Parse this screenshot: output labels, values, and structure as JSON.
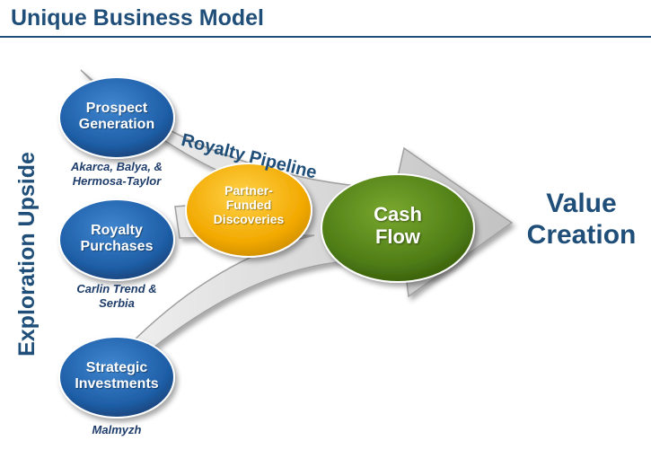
{
  "header": {
    "title": "Unique Business Model"
  },
  "side_label": "Exploration Upside",
  "pipeline_label": "Royalty Pipeline",
  "nodes": {
    "prospect": {
      "line1": "Prospect",
      "line2": "Generation",
      "caption_line1": "Akarca, Balya, &",
      "caption_line2": "Hermosa-Taylor"
    },
    "royalty": {
      "line1": "Royalty",
      "line2": "Purchases",
      "caption_line1": "Carlin Trend &",
      "caption_line2": "Serbia"
    },
    "strategic": {
      "line1": "Strategic",
      "line2": "Investments",
      "caption_line1": "Malmyzh"
    },
    "partner": {
      "line1": "Partner-",
      "line2": "Funded",
      "line3": "Discoveries"
    },
    "cash": {
      "line1": "Cash",
      "line2": "Flow"
    }
  },
  "outcome": {
    "line1": "Value",
    "line2": "Creation"
  },
  "colors": {
    "title": "#1f4e79",
    "blue_oval": "#1f5fa8",
    "partner_oval": "#f2a900",
    "cash_oval": "#4f7d16",
    "arrow": "#c8c8c8"
  }
}
